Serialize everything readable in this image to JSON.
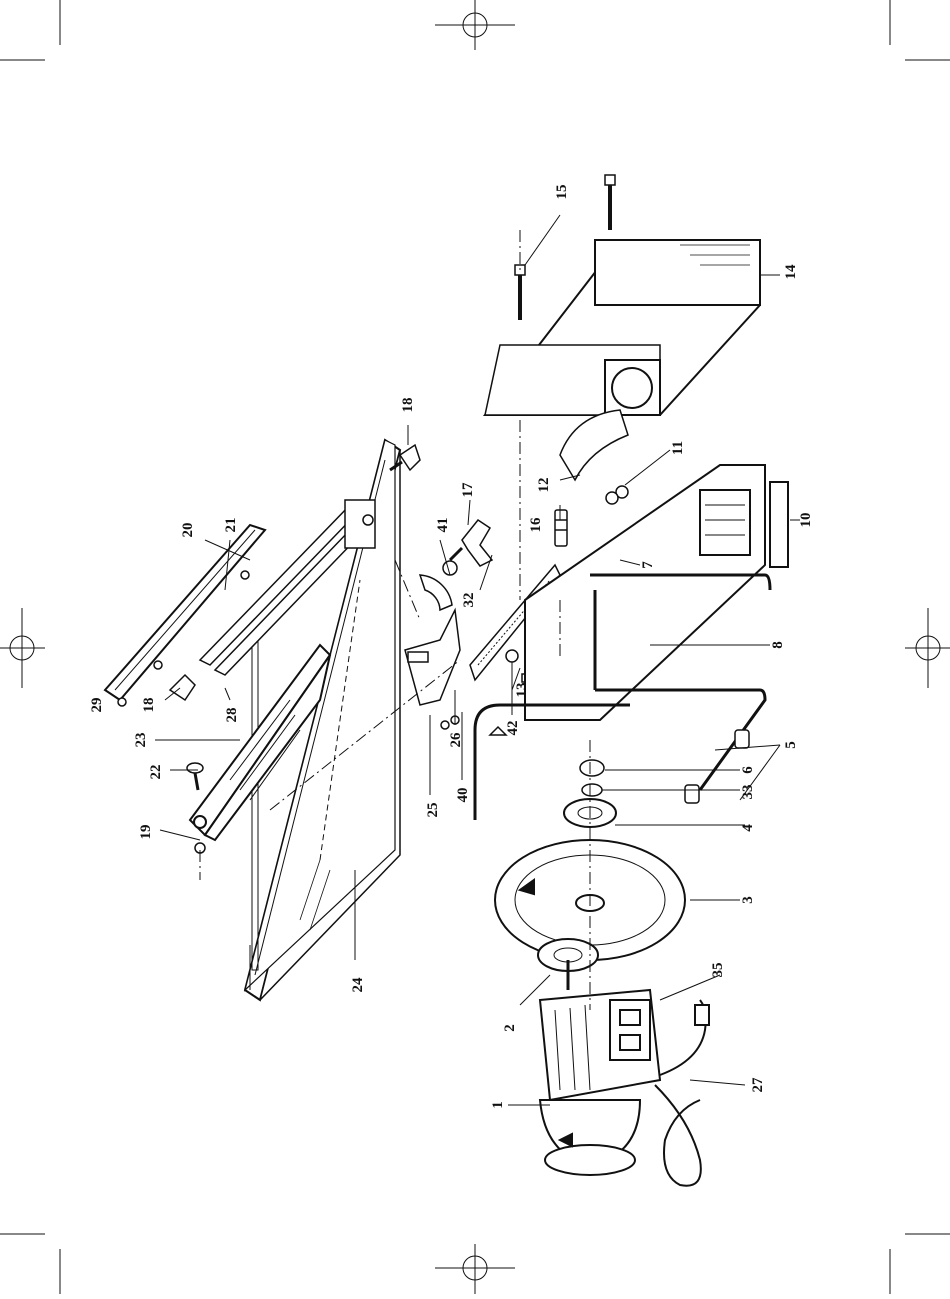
{
  "part_labels": [
    {
      "id": "l1",
      "text": "1"
    },
    {
      "id": "l2",
      "text": "2"
    },
    {
      "id": "l3",
      "text": "3"
    },
    {
      "id": "l4",
      "text": "4"
    },
    {
      "id": "l5",
      "text": "5"
    },
    {
      "id": "l6",
      "text": "6"
    },
    {
      "id": "l7",
      "text": "7"
    },
    {
      "id": "l8",
      "text": "8"
    },
    {
      "id": "l10",
      "text": "10"
    },
    {
      "id": "l11",
      "text": "11"
    },
    {
      "id": "l12",
      "text": "12"
    },
    {
      "id": "l13",
      "text": "13"
    },
    {
      "id": "l14",
      "text": "14"
    },
    {
      "id": "l15",
      "text": "15"
    },
    {
      "id": "l16",
      "text": "16"
    },
    {
      "id": "l17",
      "text": "17"
    },
    {
      "id": "l18a",
      "text": "18"
    },
    {
      "id": "l18b",
      "text": "18"
    },
    {
      "id": "l19",
      "text": "19"
    },
    {
      "id": "l20",
      "text": "20"
    },
    {
      "id": "l21",
      "text": "21"
    },
    {
      "id": "l22",
      "text": "22"
    },
    {
      "id": "l23",
      "text": "23"
    },
    {
      "id": "l24",
      "text": "24"
    },
    {
      "id": "l25",
      "text": "25"
    },
    {
      "id": "l26",
      "text": "26"
    },
    {
      "id": "l27",
      "text": "27"
    },
    {
      "id": "l28",
      "text": "28"
    },
    {
      "id": "l29",
      "text": "29"
    },
    {
      "id": "l32",
      "text": "32"
    },
    {
      "id": "l33",
      "text": "33"
    },
    {
      "id": "l35",
      "text": "35"
    },
    {
      "id": "l40",
      "text": "40"
    },
    {
      "id": "l41",
      "text": "41"
    },
    {
      "id": "l42",
      "text": "42"
    }
  ],
  "colors": {
    "ink": "#111111",
    "paper": "#ffffff",
    "hatch": "#333333"
  }
}
